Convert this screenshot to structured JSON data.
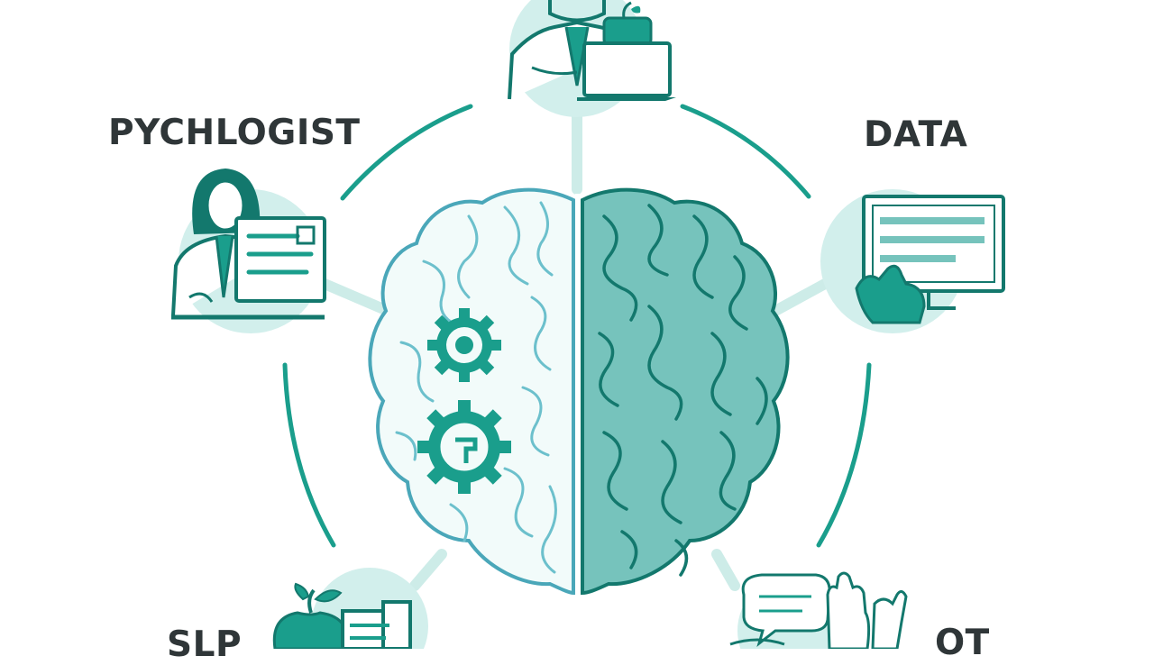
{
  "labels": {
    "psychologist": "PYCHLOGIST",
    "data": "DATA",
    "slp": "SLP",
    "ot": "OT"
  },
  "colors": {
    "teal": "#1a9e8c",
    "dark_teal": "#13786d",
    "light_teal": "#d2efec",
    "brain_fill": "#76c3bc",
    "text": "#2f3638"
  },
  "icons": {
    "top": "teacher-laptop-icon",
    "left": "psychologist-document-icon",
    "right": "data-monitor-icon",
    "bottom_left": "apple-book-icon",
    "bottom_right": "speech-hand-icon",
    "center": "brain-icon"
  }
}
